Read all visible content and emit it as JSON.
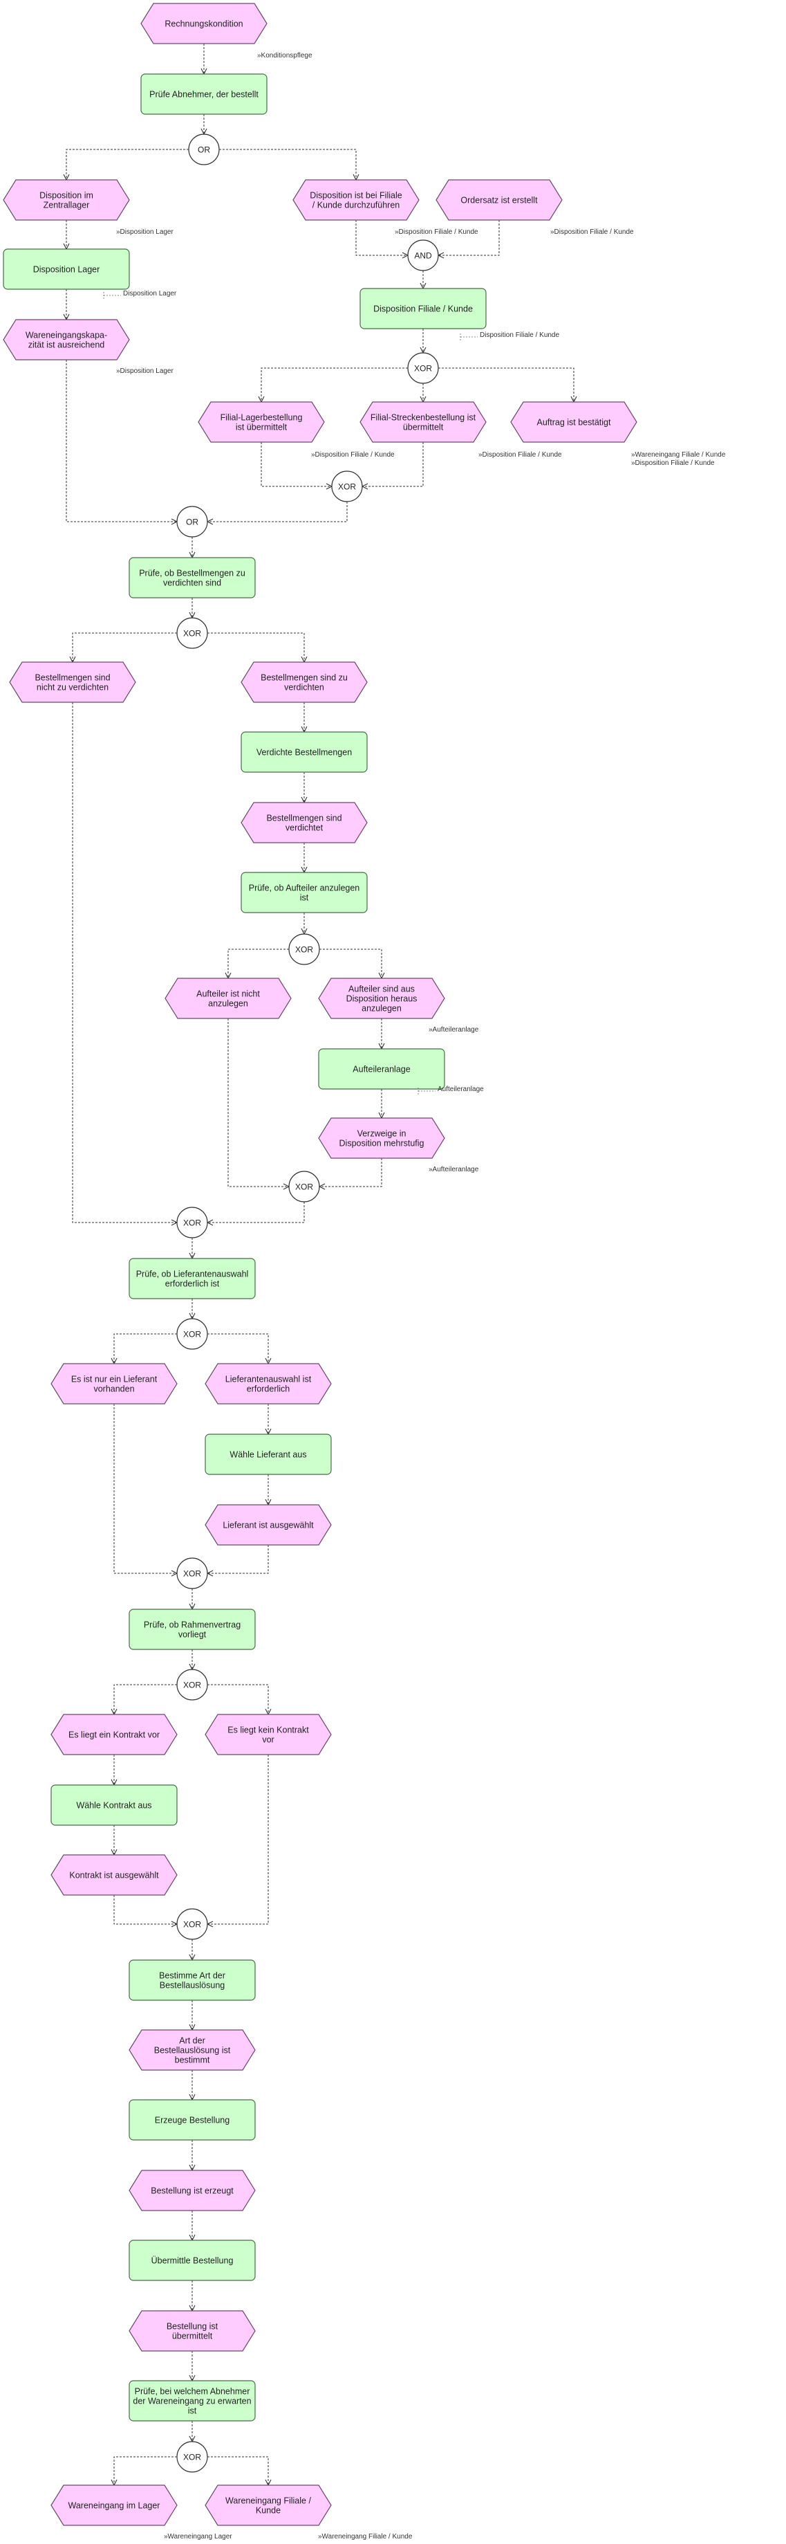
{
  "diagram": {
    "colors": {
      "event_fill": "#ffccff",
      "event_stroke": "#6a4a6a",
      "function_fill": "#ccffcc",
      "function_stroke": "#4a6a4a",
      "connector_fill": "#ffffff",
      "connector_stroke": "#333333",
      "edge": "#333333",
      "label": "#222222"
    },
    "nodes": {
      "e_rechnungskondition": {
        "kind": "event",
        "text": [
          "Rechnungskondition"
        ]
      },
      "f_pruefe_abnehmer": {
        "kind": "function",
        "text": [
          "Prüfe Abnehmer, der bestellt"
        ]
      },
      "c_or1": {
        "kind": "connector",
        "text": [
          "OR"
        ]
      },
      "e_dispo_zentrallager": {
        "kind": "event",
        "text": [
          "Disposition im",
          "Zentrallager"
        ]
      },
      "e_dispo_filiale_kunde": {
        "kind": "event",
        "text": [
          "Disposition ist bei Filiale",
          "/ Kunde durchzuführen"
        ]
      },
      "e_ordersatz": {
        "kind": "event",
        "text": [
          "Ordersatz ist erstellt"
        ]
      },
      "c_and1": {
        "kind": "connector",
        "text": [
          "AND"
        ]
      },
      "f_dispo_lager": {
        "kind": "function",
        "text": [
          "Disposition Lager"
        ]
      },
      "f_dispo_filiale_kunde": {
        "kind": "function",
        "text": [
          "Disposition Filiale / Kunde"
        ]
      },
      "e_wareneingangskapazitaet": {
        "kind": "event",
        "text": [
          "Wareneingangskapa-",
          "zität ist ausreichend"
        ]
      },
      "c_xor1": {
        "kind": "connector",
        "text": [
          "XOR"
        ]
      },
      "e_filial_lager": {
        "kind": "event",
        "text": [
          "Filial-Lagerbestellung",
          "ist übermittelt"
        ]
      },
      "e_filial_strecken": {
        "kind": "event",
        "text": [
          "Filial-Streckenbestellung ist",
          "übermittelt"
        ]
      },
      "e_auftrag_bestaetigt": {
        "kind": "event",
        "text": [
          "Auftrag ist bestätigt"
        ]
      },
      "c_xor2": {
        "kind": "connector",
        "text": [
          "XOR"
        ]
      },
      "c_or2": {
        "kind": "connector",
        "text": [
          "OR"
        ]
      },
      "f_pruefe_verdichten": {
        "kind": "function",
        "text": [
          "Prüfe, ob Bestellmengen zu",
          "verdichten sind"
        ]
      },
      "c_xor3": {
        "kind": "connector",
        "text": [
          "XOR"
        ]
      },
      "e_nicht_verdichten": {
        "kind": "event",
        "text": [
          "Bestellmengen sind",
          "nicht zu verdichten"
        ]
      },
      "e_zu_verdichten": {
        "kind": "event",
        "text": [
          "Bestellmengen sind zu",
          "verdichten"
        ]
      },
      "f_verdichte": {
        "kind": "function",
        "text": [
          "Verdichte Bestellmengen"
        ]
      },
      "e_verdichtet": {
        "kind": "event",
        "text": [
          "Bestellmengen sind",
          "verdichtet"
        ]
      },
      "f_pruefe_aufteiler": {
        "kind": "function",
        "text": [
          "Prüfe, ob Aufteiler anzulegen",
          "ist"
        ]
      },
      "c_xor4": {
        "kind": "connector",
        "text": [
          "XOR"
        ]
      },
      "e_aufteiler_nicht": {
        "kind": "event",
        "text": [
          "Aufteiler ist nicht",
          "anzulegen"
        ]
      },
      "e_aufteiler_aus_dispo": {
        "kind": "event",
        "text": [
          "Aufteiler sind aus",
          "Disposition heraus",
          "anzulegen"
        ]
      },
      "f_aufteileranlage": {
        "kind": "function",
        "text": [
          "Aufteileranlage"
        ]
      },
      "e_verzweige": {
        "kind": "event",
        "text": [
          "Verzweige in",
          "Disposition mehrstufig"
        ]
      },
      "c_xor5": {
        "kind": "connector",
        "text": [
          "XOR"
        ]
      },
      "c_xor6": {
        "kind": "connector",
        "text": [
          "XOR"
        ]
      },
      "f_pruefe_lieferant": {
        "kind": "function",
        "text": [
          "Prüfe, ob Lieferantenauswahl",
          "erforderlich ist"
        ]
      },
      "c_xor7": {
        "kind": "connector",
        "text": [
          "XOR"
        ]
      },
      "e_nur_ein_lieferant": {
        "kind": "event",
        "text": [
          "Es ist nur ein Lieferant",
          "vorhanden"
        ]
      },
      "e_lieferantenauswahl": {
        "kind": "event",
        "text": [
          "Lieferantenauswahl ist",
          "erforderlich"
        ]
      },
      "f_waehle_lieferant": {
        "kind": "function",
        "text": [
          "Wähle Lieferant aus"
        ]
      },
      "e_lieferant_ausgewaehlt": {
        "kind": "event",
        "text": [
          "Lieferant ist ausgewählt"
        ]
      },
      "c_xor8": {
        "kind": "connector",
        "text": [
          "XOR"
        ]
      },
      "f_pruefe_rahmenvertrag": {
        "kind": "function",
        "text": [
          "Prüfe, ob Rahmenvertrag",
          "vorliegt"
        ]
      },
      "c_xor9": {
        "kind": "connector",
        "text": [
          "XOR"
        ]
      },
      "e_kontrakt_vor": {
        "kind": "event",
        "text": [
          "Es liegt ein Kontrakt vor"
        ]
      },
      "e_kein_kontrakt": {
        "kind": "event",
        "text": [
          "Es liegt kein Kontrakt",
          "vor"
        ]
      },
      "f_waehle_kontrakt": {
        "kind": "function",
        "text": [
          "Wähle Kontrakt aus"
        ]
      },
      "e_kontrakt_ausgewaehlt": {
        "kind": "event",
        "text": [
          "Kontrakt ist ausgewählt"
        ]
      },
      "c_xor10": {
        "kind": "connector",
        "text": [
          "XOR"
        ]
      },
      "f_bestimme_art": {
        "kind": "function",
        "text": [
          "Bestimme Art der",
          "Bestellauslösung"
        ]
      },
      "e_art_bestimmt": {
        "kind": "event",
        "text": [
          "Art der",
          "Bestellauslösung ist",
          "bestimmt"
        ]
      },
      "f_erzeuge": {
        "kind": "function",
        "text": [
          "Erzeuge Bestellung"
        ]
      },
      "e_erzeugt": {
        "kind": "event",
        "text": [
          "Bestellung ist erzeugt"
        ]
      },
      "f_uebermittle": {
        "kind": "function",
        "text": [
          "Übermittle Bestellung"
        ]
      },
      "e_uebermittelt": {
        "kind": "event",
        "text": [
          "Bestellung ist",
          "übermittelt"
        ]
      },
      "f_pruefe_abnehmer_we": {
        "kind": "function",
        "text": [
          "Prüfe, bei welchem Abnehmer",
          "der Wareneingang zu erwarten",
          "ist"
        ]
      },
      "c_xor11": {
        "kind": "connector",
        "text": [
          "XOR"
        ]
      },
      "e_we_lager": {
        "kind": "event",
        "text": [
          "Wareneingang im Lager"
        ]
      },
      "e_we_filiale_kunde": {
        "kind": "event",
        "text": [
          "Wareneingang Filiale /",
          "Kunde"
        ]
      }
    },
    "edges": [
      [
        "e_rechnungskondition",
        "f_pruefe_abnehmer"
      ],
      [
        "f_pruefe_abnehmer",
        "c_or1"
      ],
      [
        "c_or1",
        "e_dispo_zentrallager"
      ],
      [
        "c_or1",
        "e_dispo_filiale_kunde"
      ],
      [
        "e_dispo_zentrallager",
        "f_dispo_lager"
      ],
      [
        "e_dispo_filiale_kunde",
        "c_and1"
      ],
      [
        "e_ordersatz",
        "c_and1"
      ],
      [
        "c_and1",
        "f_dispo_filiale_kunde"
      ],
      [
        "f_dispo_lager",
        "e_wareneingangskapazitaet"
      ],
      [
        "f_dispo_filiale_kunde",
        "c_xor1"
      ],
      [
        "c_xor1",
        "e_filial_lager"
      ],
      [
        "c_xor1",
        "e_filial_strecken"
      ],
      [
        "c_xor1",
        "e_auftrag_bestaetigt"
      ],
      [
        "e_filial_lager",
        "c_xor2"
      ],
      [
        "e_filial_strecken",
        "c_xor2"
      ],
      [
        "e_wareneingangskapazitaet",
        "c_or2"
      ],
      [
        "c_xor2",
        "c_or2"
      ],
      [
        "c_or2",
        "f_pruefe_verdichten"
      ],
      [
        "f_pruefe_verdichten",
        "c_xor3"
      ],
      [
        "c_xor3",
        "e_nicht_verdichten"
      ],
      [
        "c_xor3",
        "e_zu_verdichten"
      ],
      [
        "e_zu_verdichten",
        "f_verdichte"
      ],
      [
        "f_verdichte",
        "e_verdichtet"
      ],
      [
        "e_verdichtet",
        "f_pruefe_aufteiler"
      ],
      [
        "f_pruefe_aufteiler",
        "c_xor4"
      ],
      [
        "c_xor4",
        "e_aufteiler_nicht"
      ],
      [
        "c_xor4",
        "e_aufteiler_aus_dispo"
      ],
      [
        "e_aufteiler_aus_dispo",
        "f_aufteileranlage"
      ],
      [
        "f_aufteileranlage",
        "e_verzweige"
      ],
      [
        "e_aufteiler_nicht",
        "c_xor5"
      ],
      [
        "e_verzweige",
        "c_xor5"
      ],
      [
        "e_nicht_verdichten",
        "c_xor6"
      ],
      [
        "c_xor5",
        "c_xor6"
      ],
      [
        "c_xor6",
        "f_pruefe_lieferant"
      ],
      [
        "f_pruefe_lieferant",
        "c_xor7"
      ],
      [
        "c_xor7",
        "e_nur_ein_lieferant"
      ],
      [
        "c_xor7",
        "e_lieferantenauswahl"
      ],
      [
        "e_lieferantenauswahl",
        "f_waehle_lieferant"
      ],
      [
        "f_waehle_lieferant",
        "e_lieferant_ausgewaehlt"
      ],
      [
        "e_nur_ein_lieferant",
        "c_xor8"
      ],
      [
        "e_lieferant_ausgewaehlt",
        "c_xor8"
      ],
      [
        "c_xor8",
        "f_pruefe_rahmenvertrag"
      ],
      [
        "f_pruefe_rahmenvertrag",
        "c_xor9"
      ],
      [
        "c_xor9",
        "e_kontrakt_vor"
      ],
      [
        "c_xor9",
        "e_kein_kontrakt"
      ],
      [
        "e_kontrakt_vor",
        "f_waehle_kontrakt"
      ],
      [
        "f_waehle_kontrakt",
        "e_kontrakt_ausgewaehlt"
      ],
      [
        "e_kontrakt_ausgewaehlt",
        "c_xor10"
      ],
      [
        "e_kein_kontrakt",
        "c_xor10"
      ],
      [
        "c_xor10",
        "f_bestimme_art"
      ],
      [
        "f_bestimme_art",
        "e_art_bestimmt"
      ],
      [
        "e_art_bestimmt",
        "f_erzeuge"
      ],
      [
        "f_erzeuge",
        "e_erzeugt"
      ],
      [
        "e_erzeugt",
        "f_uebermittle"
      ],
      [
        "f_uebermittle",
        "e_uebermittelt"
      ],
      [
        "e_uebermittelt",
        "f_pruefe_abnehmer_we"
      ],
      [
        "f_pruefe_abnehmer_we",
        "c_xor11"
      ],
      [
        "c_xor11",
        "e_we_lager"
      ],
      [
        "c_xor11",
        "e_we_filiale_kunde"
      ]
    ],
    "annotations": {
      "a_konditionspflege": [
        "»Konditionspflege"
      ],
      "a_dispo_lager_1": [
        "»Disposition Lager"
      ],
      "a_dispo_fk_1": [
        "»Disposition Filiale / Kunde"
      ],
      "a_dispo_fk_2": [
        "»Disposition Filiale / Kunde"
      ],
      "a_dispo_lager_2": [
        "Disposition Lager"
      ],
      "a_dispo_fk_3": [
        "Disposition Filiale / Kunde"
      ],
      "a_dispo_lager_3": [
        "»Disposition Lager"
      ],
      "a_dispo_fk_4": [
        "»Disposition Filiale / Kunde"
      ],
      "a_dispo_fk_5": [
        "»Disposition Filiale / Kunde"
      ],
      "a_we_fk_dispo": [
        "»Wareneingang Filiale / Kunde",
        "»Disposition Filiale / Kunde"
      ],
      "a_aufteileranlage_1": [
        "»Aufteileranlage"
      ],
      "a_aufteileranlage_2": [
        "Aufteileranlage"
      ],
      "a_aufteileranlage_3": [
        "»Aufteileranlage"
      ],
      "a_we_lager": [
        "»Wareneingang Lager"
      ],
      "a_we_fk": [
        "»Wareneingang Filiale / Kunde"
      ]
    }
  }
}
